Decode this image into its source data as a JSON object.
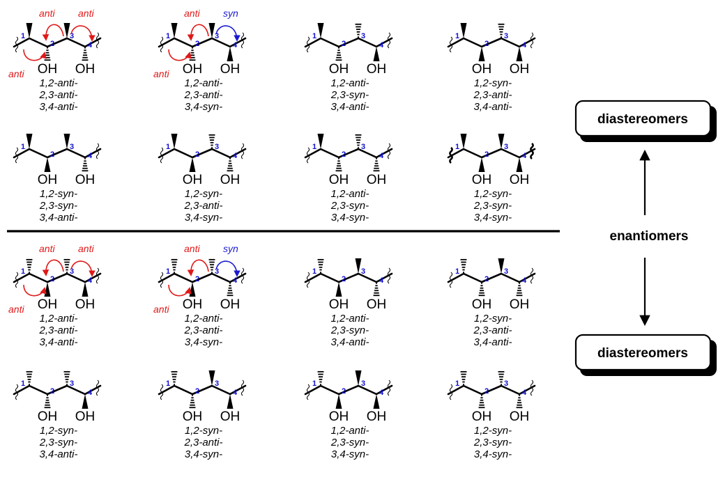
{
  "labels": {
    "enantiomers": "enantiomers",
    "diastereomers_top": "diastereomers",
    "diastereomers_bottom": "diastereomers",
    "oh": "OH",
    "anti": "anti",
    "syn": "syn"
  },
  "colors": {
    "anti_arrow": "#e01818",
    "syn_arrow": "#1a1ad0",
    "carbon_number": "#1010d0"
  },
  "molecules": [
    {
      "id": "t1",
      "m1": "w",
      "m3": "w",
      "o2": "h",
      "o4": "h",
      "lines": [
        "1,2-anti-",
        "2,3-anti-",
        "3,4-anti-"
      ]
    },
    {
      "id": "t2",
      "m1": "w",
      "m3": "w",
      "o2": "h",
      "o4": "w",
      "lines": [
        "1,2-anti-",
        "2,3-anti-",
        "3,4-syn-"
      ]
    },
    {
      "id": "t3",
      "m1": "w",
      "m3": "h",
      "o2": "h",
      "o4": "w",
      "lines": [
        "1,2-anti-",
        "2,3-syn-",
        "3,4-anti-"
      ]
    },
    {
      "id": "t4",
      "m1": "w",
      "m3": "h",
      "o2": "w",
      "o4": "w",
      "lines": [
        "1,2-syn-",
        "2,3-anti-",
        "3,4-anti-"
      ]
    },
    {
      "id": "t5",
      "m1": "w",
      "m3": "w",
      "o2": "w",
      "o4": "h",
      "lines": [
        "1,2-syn-",
        "2,3-syn-",
        "3,4-anti-"
      ]
    },
    {
      "id": "t6",
      "m1": "w",
      "m3": "h",
      "o2": "w",
      "o4": "h",
      "lines": [
        "1,2-syn-",
        "2,3-anti-",
        "3,4-syn-"
      ]
    },
    {
      "id": "t7",
      "m1": "w",
      "m3": "h",
      "o2": "h",
      "o4": "h",
      "lines": [
        "1,2-anti-",
        "2,3-syn-",
        "3,4-syn-"
      ]
    },
    {
      "id": "t8",
      "m1": "w",
      "m3": "w",
      "o2": "w",
      "o4": "w",
      "lines": [
        "1,2-syn-",
        "2,3-syn-",
        "3,4-syn-"
      ]
    },
    {
      "id": "b1",
      "m1": "h",
      "m3": "h",
      "o2": "w",
      "o4": "w",
      "lines": [
        "1,2-anti-",
        "2,3-anti-",
        "3,4-anti-"
      ]
    },
    {
      "id": "b2",
      "m1": "h",
      "m3": "h",
      "o2": "w",
      "o4": "h",
      "lines": [
        "1,2-anti-",
        "2,3-anti-",
        "3,4-syn-"
      ]
    },
    {
      "id": "b3",
      "m1": "h",
      "m3": "w",
      "o2": "w",
      "o4": "h",
      "lines": [
        "1,2-anti-",
        "2,3-syn-",
        "3,4-anti-"
      ]
    },
    {
      "id": "b4",
      "m1": "h",
      "m3": "w",
      "o2": "h",
      "o4": "h",
      "lines": [
        "1,2-syn-",
        "2,3-anti-",
        "3,4-anti-"
      ]
    },
    {
      "id": "b5",
      "m1": "h",
      "m3": "h",
      "o2": "h",
      "o4": "w",
      "lines": [
        "1,2-syn-",
        "2,3-syn-",
        "3,4-anti-"
      ]
    },
    {
      "id": "b6",
      "m1": "h",
      "m3": "w",
      "o2": "h",
      "o4": "w",
      "lines": [
        "1,2-syn-",
        "2,3-anti-",
        "3,4-syn-"
      ]
    },
    {
      "id": "b7",
      "m1": "h",
      "m3": "w",
      "o2": "w",
      "o4": "w",
      "lines": [
        "1,2-anti-",
        "2,3-syn-",
        "3,4-syn-"
      ]
    },
    {
      "id": "b8",
      "m1": "h",
      "m3": "h",
      "o2": "h",
      "o4": "h",
      "lines": [
        "1,2-syn-",
        "2,3-syn-",
        "3,4-syn-"
      ]
    }
  ],
  "arrows": [
    {
      "mol": "t1",
      "pairs": [
        [
          "12",
          "anti"
        ],
        [
          "23",
          "anti"
        ],
        [
          "34",
          "anti"
        ]
      ]
    },
    {
      "mol": "t2",
      "pairs": [
        [
          "12",
          "anti"
        ],
        [
          "23",
          "anti"
        ],
        [
          "34",
          "syn"
        ]
      ]
    },
    {
      "mol": "b1",
      "pairs": [
        [
          "12",
          "anti"
        ],
        [
          "23",
          "anti"
        ],
        [
          "34",
          "anti"
        ]
      ]
    },
    {
      "mol": "b2",
      "pairs": [
        [
          "12",
          "anti"
        ],
        [
          "23",
          "anti"
        ],
        [
          "34",
          "syn"
        ]
      ]
    }
  ]
}
